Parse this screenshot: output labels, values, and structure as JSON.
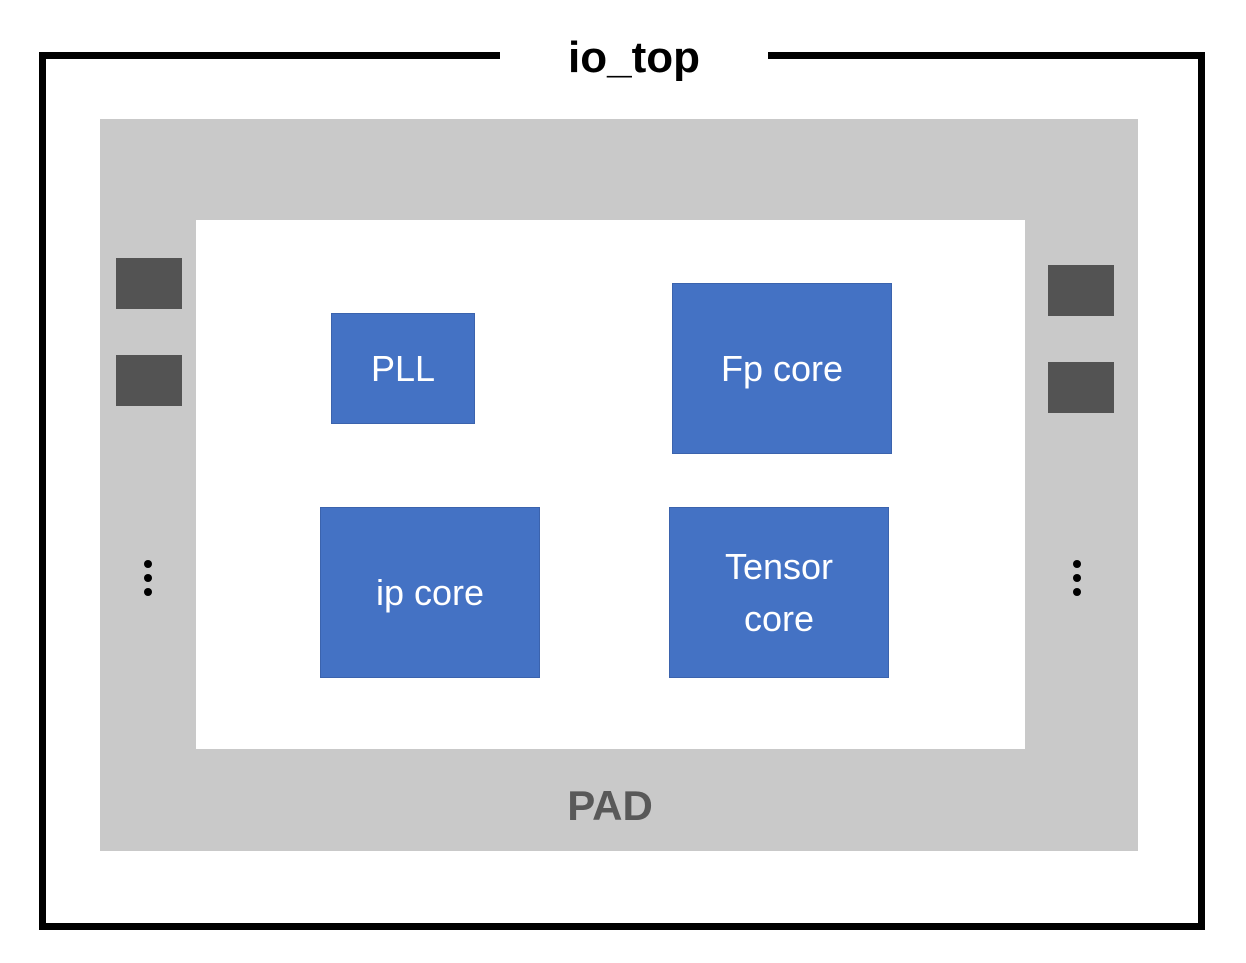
{
  "diagram": {
    "title": "io_top",
    "pad_label": "PAD",
    "blocks": {
      "pll": "PLL",
      "fp_core": "Fp core",
      "ip_core": "ip core",
      "tensor_core": "Tensor\ncore"
    },
    "colors": {
      "frame": "#000000",
      "pad_ring": "#c9c9c9",
      "pad_cell": "#535353",
      "block_fill": "#4472c4",
      "block_text": "#ffffff",
      "pad_label": "#595959"
    }
  }
}
